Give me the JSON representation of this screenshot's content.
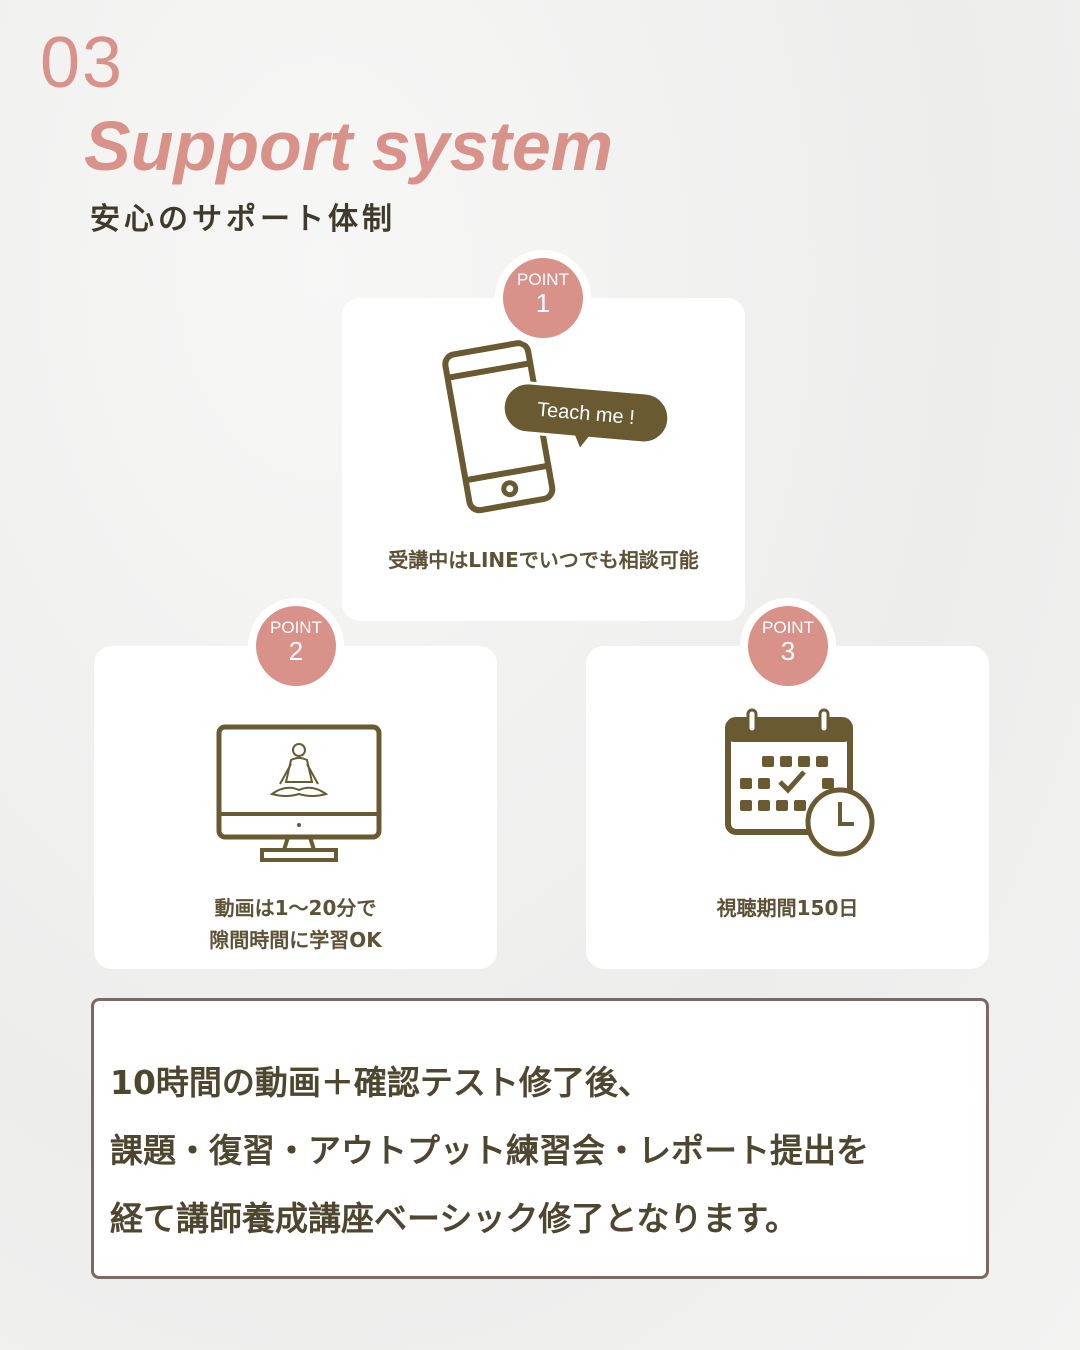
{
  "header": {
    "number": "03",
    "title": "Support system",
    "subtitle": "安心のサポート体制"
  },
  "points": [
    {
      "label": "POINT",
      "number": "1",
      "bubble": "Teach me !",
      "caption": [
        "受講中はLINEでいつでも相談可能"
      ]
    },
    {
      "label": "POINT",
      "number": "2",
      "caption": [
        "動画は1〜20分で",
        "隙間時間に学習OK"
      ]
    },
    {
      "label": "POINT",
      "number": "3",
      "caption": [
        "視聴期間150日"
      ]
    }
  ],
  "summary": [
    "10時間の動画＋確認テスト修了後、",
    "課題・復習・アウトプット練習会・レポート提出を",
    "経て講師養成講座ベーシック修了となります。"
  ],
  "colors": {
    "accent": "#d8928a",
    "brown": "#5e5236"
  }
}
